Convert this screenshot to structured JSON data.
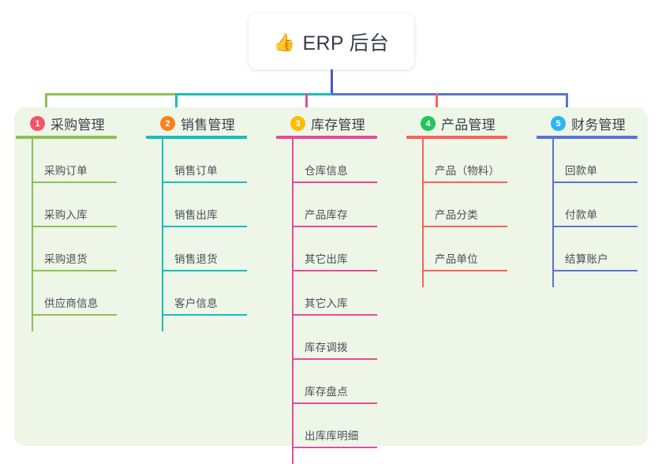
{
  "root": {
    "emoji": "👍",
    "emoji_icon_name": "thumbs-up-icon",
    "label": "ERP 后台"
  },
  "colors": {
    "panel_background": "#EDF6E7",
    "trunk": "#4B55C0",
    "page_background": "#FFFFFF",
    "title_text": "#3C4049",
    "leaf_text": "#4A4F58"
  },
  "columns": [
    {
      "number": "1",
      "title": "采购管理",
      "badge_color": "#F2546B",
      "line_color": "#8CC152",
      "items": [
        "采购订单",
        "采购入库",
        "采购退货",
        "供应商信息"
      ]
    },
    {
      "number": "2",
      "title": "销售管理",
      "badge_color": "#F58220",
      "line_color": "#17BEBB",
      "items": [
        "销售订单",
        "销售出库",
        "销售退货",
        "客户信息"
      ]
    },
    {
      "number": "3",
      "title": "库存管理",
      "badge_color": "#FBBC05",
      "line_color": "#E8499A",
      "items": [
        "仓库信息",
        "产品库存",
        "其它出库",
        "其它入库",
        "库存调拨",
        "库存盘点",
        "出库库明细"
      ]
    },
    {
      "number": "4",
      "title": "产品管理",
      "badge_color": "#22C55E",
      "line_color": "#F9625B",
      "items": [
        "产品（物料）",
        "产品分类",
        "产品单位"
      ]
    },
    {
      "number": "5",
      "title": "财务管理",
      "badge_color": "#29B6F6",
      "line_color": "#5B72D6",
      "items": [
        "回款单",
        "付款单",
        "结算账户"
      ]
    }
  ]
}
